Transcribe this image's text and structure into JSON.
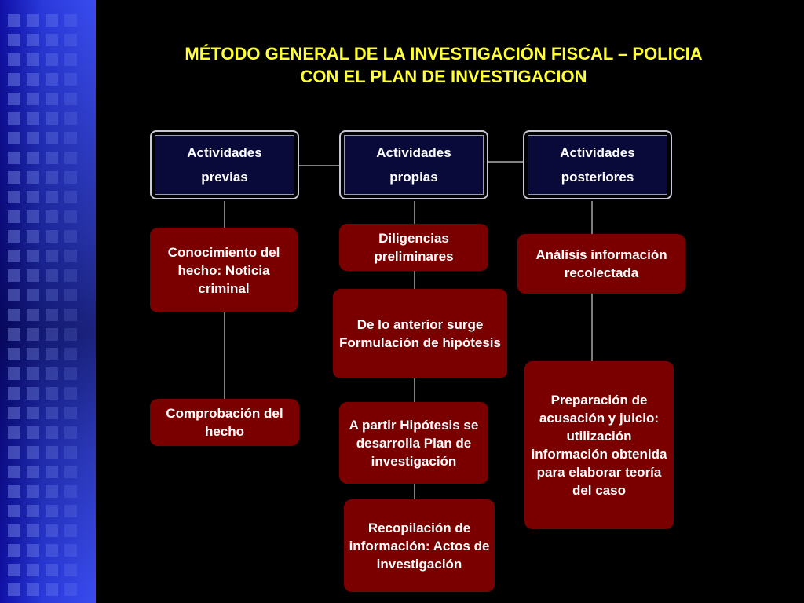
{
  "title": {
    "line1": "MÉTODO GENERAL DE LA INVESTIGACIÓN  FISCAL – POLICIA",
    "line2": "CON EL PLAN DE INVESTIGACION"
  },
  "colors": {
    "title": "#ffff33",
    "box_red": "#7a0000",
    "box_navy": "#0a0a3a",
    "band_blue": "#2a3adc"
  },
  "columns": [
    {
      "header": {
        "line1": "Actividades",
        "line2": "previas"
      },
      "steps": [
        "Conocimiento del hecho: Noticia criminal",
        "Comprobación del hecho"
      ]
    },
    {
      "header": {
        "line1": "Actividades",
        "line2": "propias"
      },
      "steps": [
        "Diligencias preliminares",
        "De lo anterior surge Formulación de hipótesis",
        "A partir Hipótesis se desarrolla Plan de investigación",
        "Recopilación de información: Actos de investigación"
      ]
    },
    {
      "header": {
        "line1": "Actividades",
        "line2": "posteriores"
      },
      "steps": [
        "Análisis información recolectada",
        "Preparación de acusación y juicio: utilización información obtenida para elaborar teoría del caso"
      ]
    }
  ]
}
